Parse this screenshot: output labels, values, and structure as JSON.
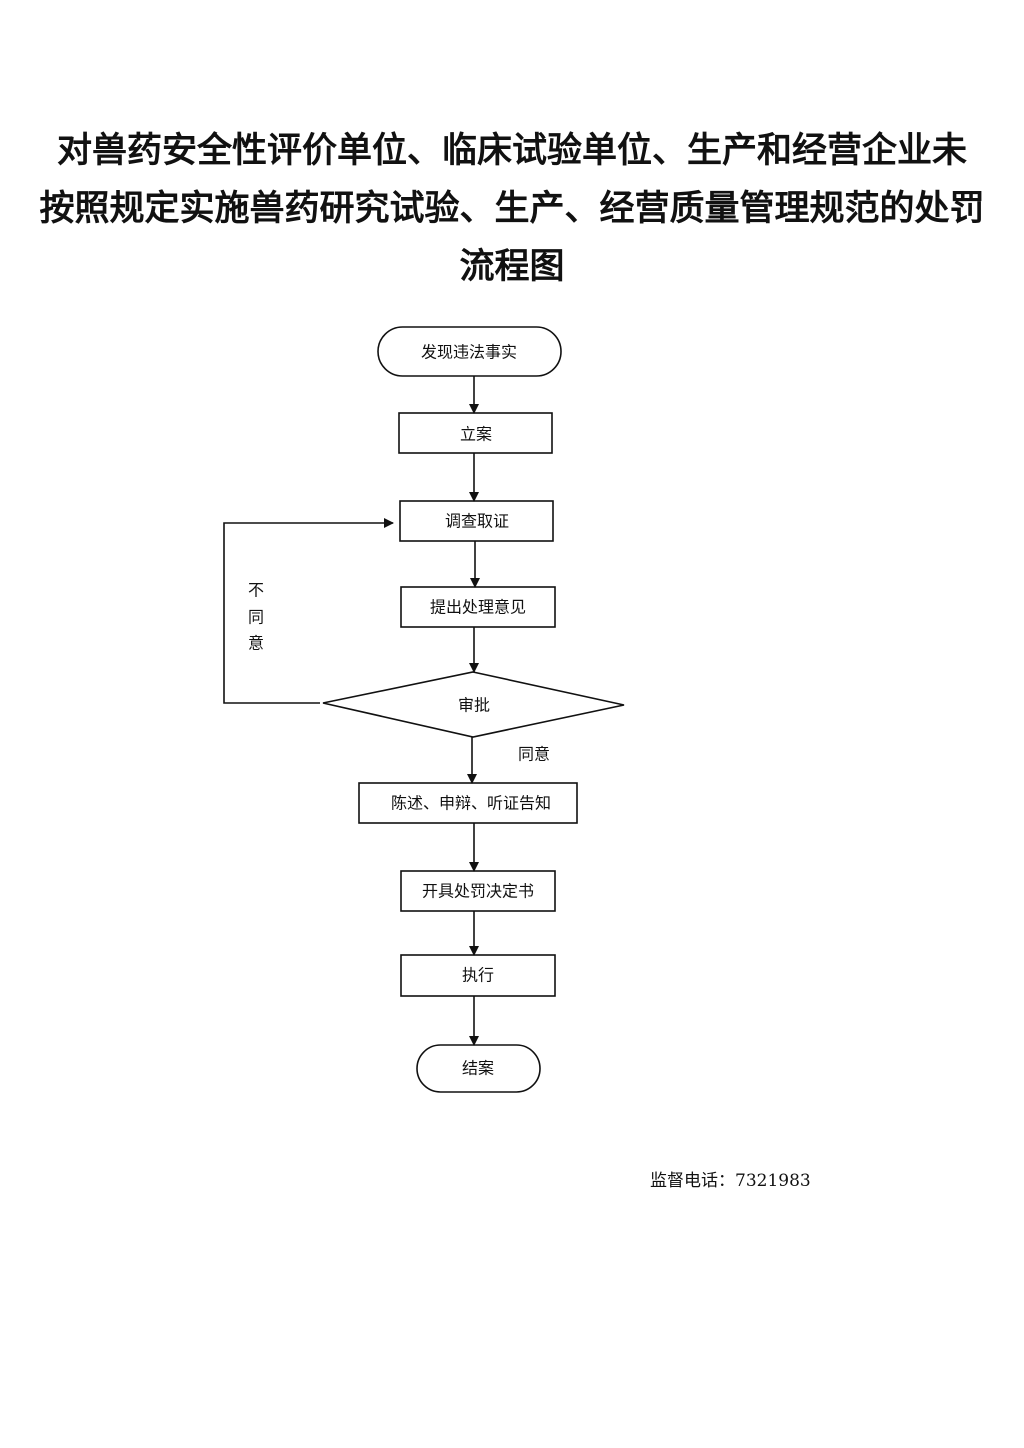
{
  "title": {
    "line1": "对兽药安全性评价单位、临床试验单位、生产和经营企业未",
    "line2": "按照规定实施兽药研究试验、生产、经营质量管理规范的处罚",
    "line3": "流程图"
  },
  "flow": {
    "start": "发现违法事实",
    "step1": "立案",
    "step2": "调查取证",
    "step3": "提出处理意见",
    "decision": "审批",
    "reject_label": [
      "不",
      "同",
      "意"
    ],
    "approve_label": "同意",
    "step4": "陈述、申辩、听证告知",
    "step5": "开具处罚决定书",
    "step6": "执行",
    "end": "结案"
  },
  "footer": {
    "phone": "监督电话：7321983"
  }
}
